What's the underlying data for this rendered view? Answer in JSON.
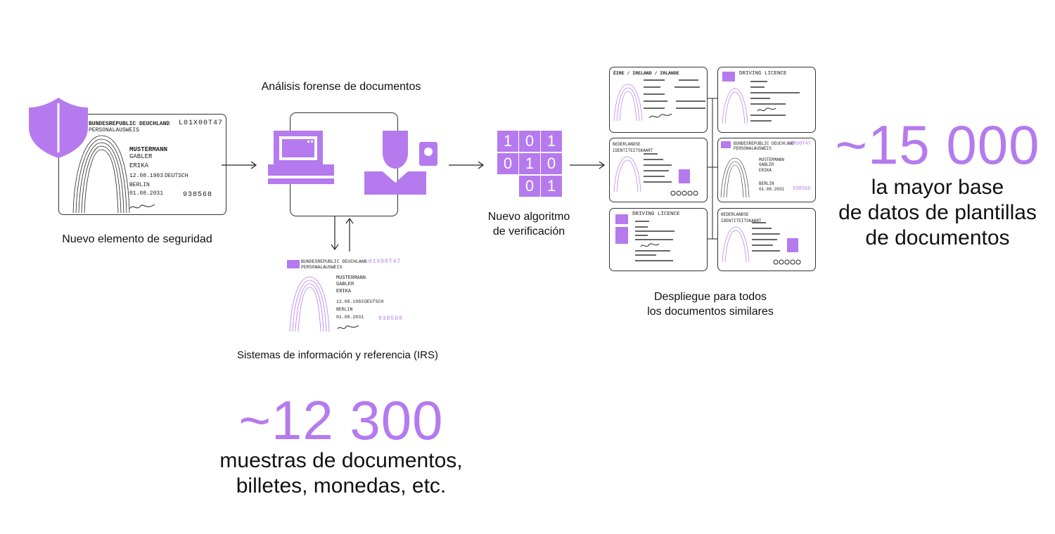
{
  "colors": {
    "accent": "#b57aee",
    "line": "#222222"
  },
  "labels": {
    "security_element": "Nuevo elemento de seguridad",
    "forensic": "Análisis forense de documentos",
    "algorithm_line1": "Nuevo algoritmo",
    "algorithm_line2": "de verificación",
    "deploy_line1": "Despliegue para todos",
    "deploy_line2": "los documentos similares",
    "irs": "Sistemas de información y referencia (IRS)"
  },
  "stats": {
    "samples": {
      "value": "~12 300",
      "line1": "muestras de documentos,",
      "line2": "billetes, monedas, etc."
    },
    "templates": {
      "value": "~15 000",
      "line1": "la mayor base",
      "line2": "de datos de plantillas",
      "line3": "de documentos"
    }
  },
  "binary": {
    "row1": [
      "1",
      "0",
      "1"
    ],
    "row2": [
      "0",
      "1",
      "0"
    ],
    "row3": [
      "0",
      "1"
    ]
  },
  "id_card": {
    "country": "BUNDESREPUBLIC DEUCHLAND",
    "type": "PERSONALAUSWEIS",
    "number": "L01X00T47",
    "surname": "MUSTERMANN",
    "birth_name": "GABLER",
    "given_name": "ERIKA",
    "dob": "12.08.1983",
    "nationality": "DEUTSCH",
    "place": "BERLIN",
    "expiry": "01.08.2031",
    "can": "938568"
  },
  "license_title": "DRIVING LICENCE",
  "irl_header": "ÉIRE / IRELAND / IRLANDE",
  "nl_header": "NEDERLANDSE IDENTITEITSKAART"
}
